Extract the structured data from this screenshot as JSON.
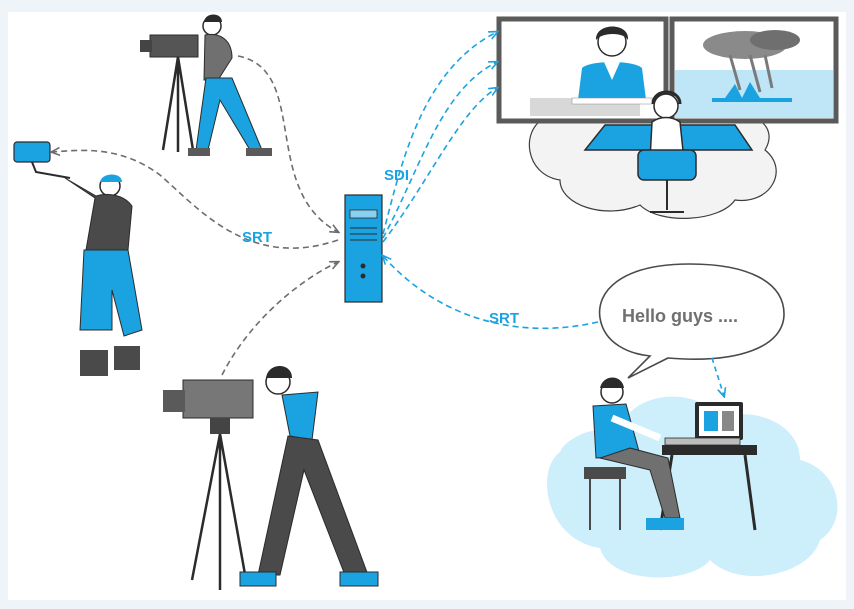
{
  "diagram": {
    "labels": {
      "sdi": "SDI",
      "srt_left": "SRT",
      "srt_right": "SRT",
      "speech": "Hello guys ...."
    },
    "colors": {
      "accent_blue": "#1aa3e0",
      "dark_gray": "#4a4a4a",
      "cloud_blue": "#cdeefb",
      "cloud_gray": "#f2f2f2",
      "arrow_gray": "#6d6d6d"
    }
  }
}
